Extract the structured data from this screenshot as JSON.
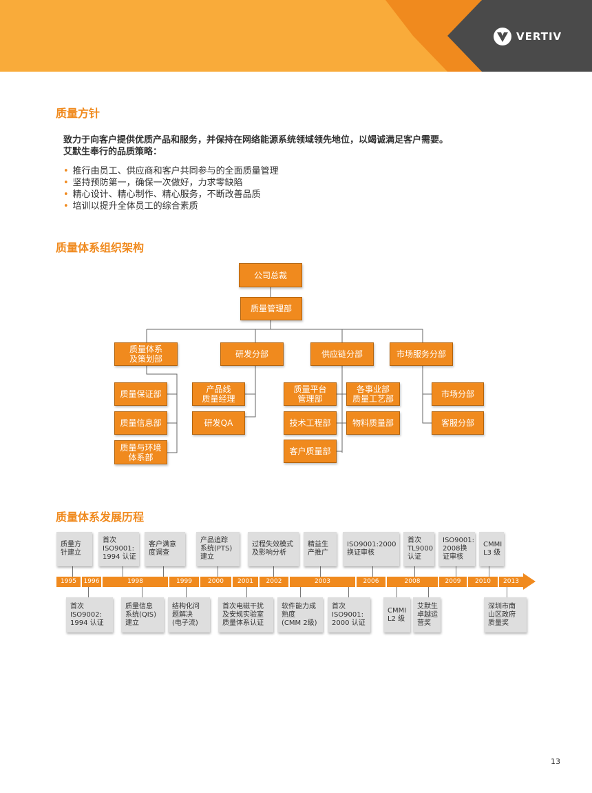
{
  "brand": {
    "logo_text": "VERTIV"
  },
  "sections": {
    "policy_title": "质量方针",
    "org_title": "质量体系组织架构",
    "history_title": "质量体系发展历程"
  },
  "intro": {
    "line1": "致力于向客户提供优质产品和服务，并保持在网络能源系统领域领先地位，以竭诚满足客户需要。",
    "line2": "艾默生奉行的品质策略："
  },
  "bullets": [
    "推行由员工、供应商和客户共同参与的全面质量管理",
    "坚持预防第一，确保一次做好，力求零缺陷",
    "精心设计、精心制作、精心服务，不断改善品质",
    "培训以提升全体员工的综合素质"
  ],
  "org": {
    "president": "公司总裁",
    "quality_mgmt": "质量管理部",
    "system_planning": "质量体系\n及策划部",
    "rnd": "研发分部",
    "supply_chain": "供应链分部",
    "market_service": "市场服务分部",
    "quality_assurance": "质量保证部",
    "quality_info": "质量信息部",
    "quality_env": "质量与环境\n体系部",
    "product_line_qm": "产品线\n质量经理",
    "rnd_qa": "研发QA",
    "quality_platform": "质量平台\n管理部",
    "biz_unit_process": "各事业部\n质量工艺部",
    "tech_engineering": "技术工程部",
    "material_quality": "物料质量部",
    "customer_quality": "客户质量部",
    "market_branch": "市场分部",
    "service_branch": "客服分部"
  },
  "timeline": {
    "years": [
      "1995",
      "1996",
      "1998",
      "1999",
      "2000",
      "2001",
      "2002",
      "2003",
      "2006",
      "2008",
      "2009",
      "2010",
      "2013"
    ],
    "top_events": [
      "质量方\n针建立",
      "首次\nISO9001:\n1994 认证",
      "客户满意\n度调查",
      "产品追踪\n系统(PTS)\n建立",
      "过程失效模式\n及影响分析",
      "精益生\n产推广",
      "ISO9001:2000\n换证审核",
      "首次\nTL9000\n认证",
      "ISO9001:\n2008换\n证审核",
      "CMMI\nL3 级"
    ],
    "bottom_events": [
      "首次\nISO9002:\n1994 认证",
      "质量信息\n系统(QIS)\n建立",
      "结构化问\n题解决\n(电子流)",
      "首次电磁干扰\n及安规实验室\n质量体系认证",
      "软件能力成\n熟度\n(CMM 2级)",
      "首次\nISO9001:\n2000 认证",
      "CMMI\nL2 级",
      "艾默生\n卓越运\n营奖",
      "深圳市南\n山区政府\n质量奖"
    ]
  },
  "page_number": "13",
  "colors": {
    "accent": "#f08a1e",
    "header_yellow": "#f7a93a",
    "header_dark": "#4a4a4a",
    "event_bg": "#dedede"
  }
}
